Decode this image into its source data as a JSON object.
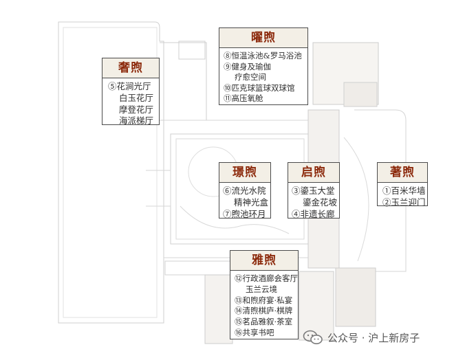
{
  "zones": {
    "she": {
      "title": "奢煦",
      "items": [
        "⑤花涧光厅",
        "白玉花厅",
        "摩登花厅",
        "海派梯厅"
      ]
    },
    "yao": {
      "title": "曜煦",
      "items": [
        "⑧恒温泳池&罗马浴池",
        "⑨健身及瑜伽",
        "疗愈空间",
        "⑩匹克球篮球双球馆",
        "⑪高压氧舱"
      ]
    },
    "jing": {
      "title": "璟煦",
      "items": [
        "⑥流光水院",
        "精神光盒",
        "⑦煦池环月"
      ]
    },
    "qi": {
      "title": "启煦",
      "items": [
        "③鎏玉大堂",
        "鎏金花坡",
        "④非遗长廊"
      ]
    },
    "zhu": {
      "title": "著煦",
      "items": [
        "①百米华墙",
        "②玉兰迎门"
      ]
    },
    "ya": {
      "title": "雅煦",
      "items": [
        "⑫行政酒廊会客厅",
        "玉兰云境",
        "⑬和煦府宴·私宴",
        "⑭清煦棋庐·棋牌",
        "⑮茗品雅叙·茶室",
        "⑯共享书吧"
      ]
    }
  },
  "watermark": {
    "text": "公众号 · 沪上新房子",
    "icon": "wechat-icon"
  },
  "colors": {
    "title_red": "#8c2a0c",
    "header_beige": "#f3efe6",
    "plan_line": "#c8c8c8"
  }
}
